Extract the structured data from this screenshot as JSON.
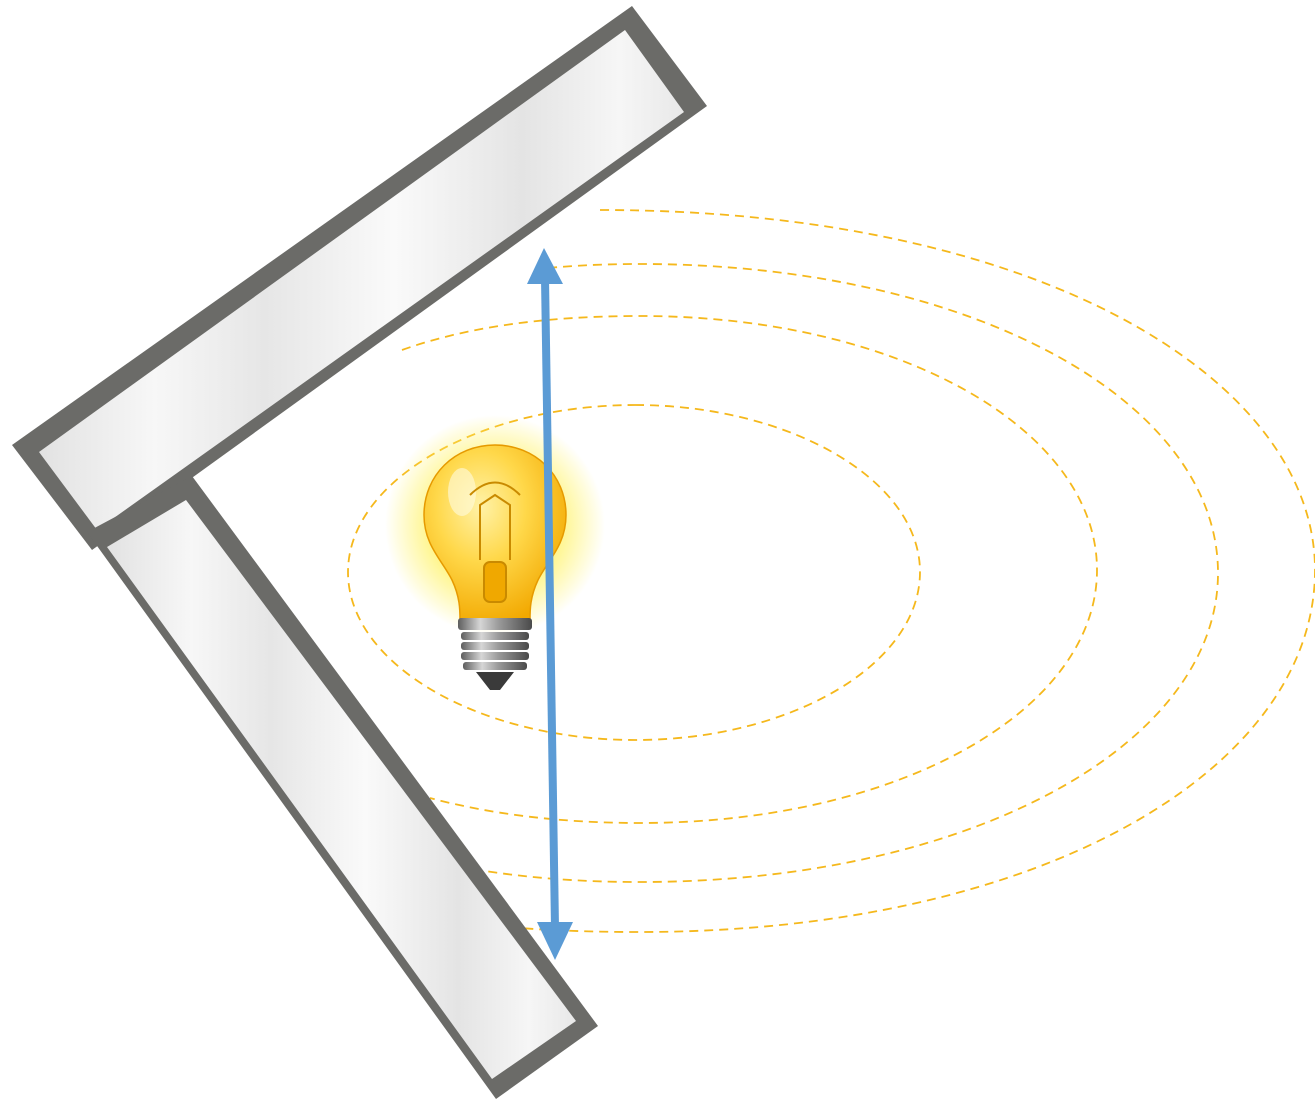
{
  "colors": {
    "background": "#ffffff",
    "panel_frame": "#6b6b68",
    "panel_frame_dark": "#5a5a57",
    "panel_glass": "#ededed",
    "panel_glass_highlight": "#fbfbfb",
    "light_rings": "#f5b81c",
    "arrow": "#5b9bd5",
    "bulb_glass": "#ffd23a",
    "bulb_glow": "#fff36a",
    "bulb_base": "#9a9a9a"
  },
  "elements": {
    "upper_panel": "mirror-panel",
    "lower_panel": "mirror-panel",
    "bulb": "light-bulb-icon",
    "rings": "dashed-light-rings",
    "arrow": "double-headed-arrow"
  }
}
